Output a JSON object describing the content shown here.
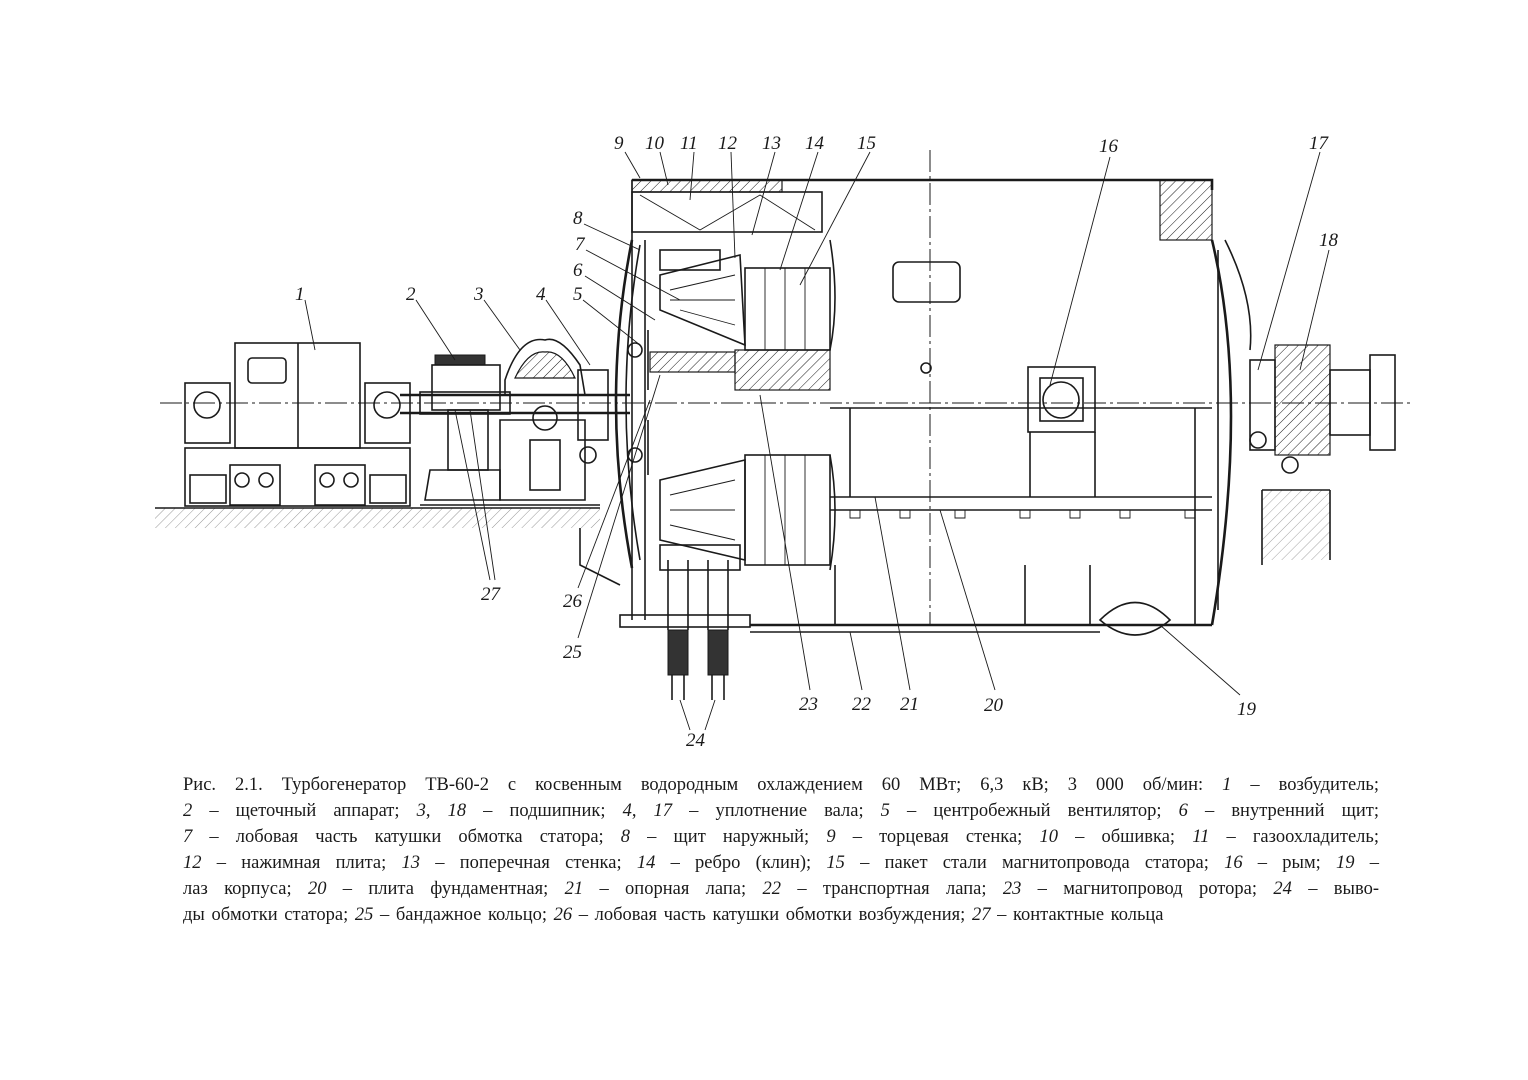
{
  "diagram": {
    "callouts": [
      "1",
      "2",
      "3",
      "4",
      "5",
      "6",
      "7",
      "8",
      "9",
      "10",
      "11",
      "12",
      "13",
      "14",
      "15",
      "16",
      "17",
      "18",
      "19",
      "20",
      "21",
      "22",
      "23",
      "24",
      "25",
      "26",
      "27"
    ]
  },
  "caption": {
    "lines": [
      [
        {
          "t": "Рис. 2.1. Турбогенератор ТВ-60-2 с косвенным водородным охлаждением 60 МВт; 6,3 кВ; 3 000 об/мин: "
        },
        {
          "i": "1"
        },
        {
          "t": " – возбудитель;"
        }
      ],
      [
        {
          "i": "2"
        },
        {
          "t": " – щеточный аппарат; "
        },
        {
          "i": "3"
        },
        {
          "t": ", "
        },
        {
          "i": "18"
        },
        {
          "t": " – подшипник; "
        },
        {
          "i": "4"
        },
        {
          "t": ", "
        },
        {
          "i": "17"
        },
        {
          "t": " – уплотнение вала; "
        },
        {
          "i": "5"
        },
        {
          "t": " – центробежный вентилятор; "
        },
        {
          "i": "6"
        },
        {
          "t": " – внутренний щит;"
        }
      ],
      [
        {
          "i": "7"
        },
        {
          "t": " – лобовая часть катушки обмотка статора; "
        },
        {
          "i": "8"
        },
        {
          "t": " – щит наружный; "
        },
        {
          "i": "9"
        },
        {
          "t": " – торцевая стенка; "
        },
        {
          "i": "10"
        },
        {
          "t": " – обшивка; "
        },
        {
          "i": "11"
        },
        {
          "t": " – газоохладитель;"
        }
      ],
      [
        {
          "i": "12"
        },
        {
          "t": " – нажимная плита; "
        },
        {
          "i": "13"
        },
        {
          "t": " – поперечная стенка; "
        },
        {
          "i": "14"
        },
        {
          "t": " – ребро (клин); "
        },
        {
          "i": "15"
        },
        {
          "t": " – пакет стали магнитопровода статора; "
        },
        {
          "i": "16"
        },
        {
          "t": " – рым; "
        },
        {
          "i": "19"
        },
        {
          "t": " –"
        }
      ],
      [
        {
          "t": "лаз корпуса; "
        },
        {
          "i": "20"
        },
        {
          "t": " – плита фундаментная; "
        },
        {
          "i": "21"
        },
        {
          "t": " – опорная лапа; "
        },
        {
          "i": "22"
        },
        {
          "t": " – транспортная лапа; "
        },
        {
          "i": "23"
        },
        {
          "t": " – магнитопровод ротора; "
        },
        {
          "i": "24"
        },
        {
          "t": " – выво-"
        }
      ],
      [
        {
          "t": "ды обмотки статора; "
        },
        {
          "i": "25"
        },
        {
          "t": " – бандажное кольцо; "
        },
        {
          "i": "26"
        },
        {
          "t": " – лобовая часть катушки обмотки возбуждения; "
        },
        {
          "i": "27"
        },
        {
          "t": " – контактные кольца"
        }
      ]
    ]
  }
}
